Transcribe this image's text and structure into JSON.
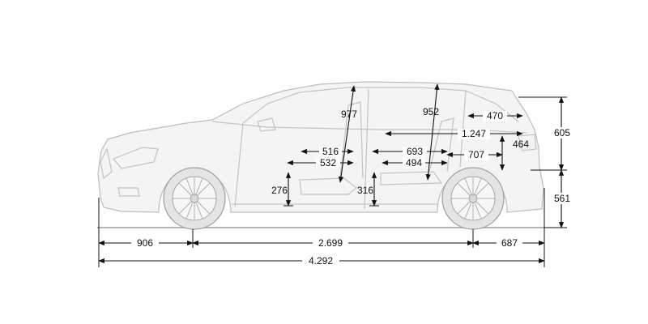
{
  "colors": {
    "background": "#ffffff",
    "dimension_line": "#111111",
    "vehicle_outline": "#c2c2c2"
  },
  "dimensions": {
    "front_overhang": "906",
    "wheelbase": "2.699",
    "rear_overhang": "687",
    "overall_length": "4.292",
    "front_headroom": "977",
    "rear_headroom": "952",
    "roof_to_tailgate": "470",
    "load_length_floor": "1.247",
    "load_height": "464",
    "rear_height_upper": "605",
    "rear_height_lower": "561",
    "front_seat_depth": "516",
    "front_cushion_length": "532",
    "rear_seat_depth": "693",
    "rear_cushion_length": "494",
    "rear_legroom": "707",
    "front_seat_height": "276",
    "rear_seat_height": "316"
  }
}
